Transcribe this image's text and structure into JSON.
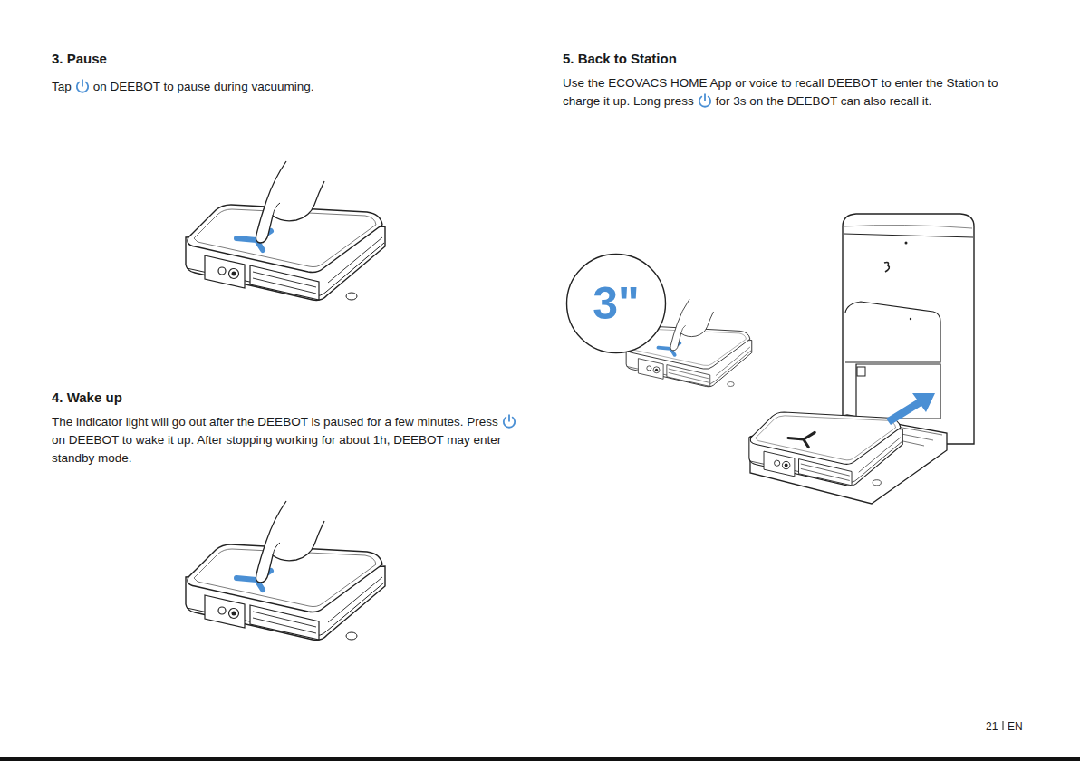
{
  "diagram": {
    "nodes": [
      {
        "text": [
          "3\""
        ]
      }
    ],
    "labels": [
      "3. Pause",
      "Tap",
      "on DEEBOT to pause during vacuuming.",
      "4. Wake up",
      "The indicator light will go out after the DEEBOT is paused for a few minutes. Press",
      "on DEEBOT to wake it up. After stopping working for about 1h, DEEBOT may enter standby mode.",
      "5. Back to Station",
      "Use the ECOVACS HOME App or voice to recall DEEBOT to enter the Station to charge it up. Long press",
      "for 3s on the DEEBOT can also recall it.",
      "21",
      "EN"
    ]
  }
}
